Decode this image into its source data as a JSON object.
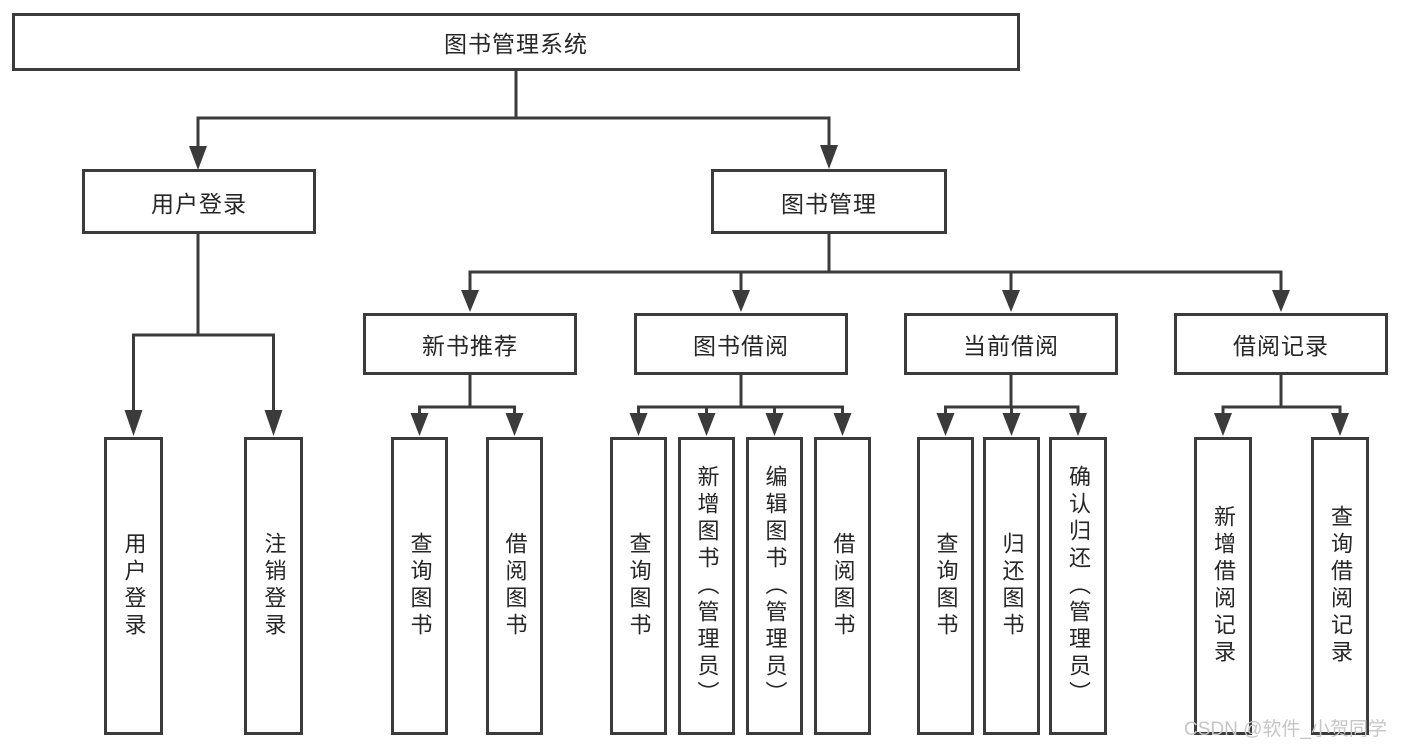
{
  "tree": {
    "label": "图书管理系统",
    "children": [
      {
        "label": "用户登录",
        "children": [
          {
            "label": "用户登录"
          },
          {
            "label": "注销登录"
          }
        ]
      },
      {
        "label": "图书管理",
        "children": [
          {
            "label": "新书推荐",
            "children": [
              {
                "label": "查询图书"
              },
              {
                "label": "借阅图书"
              }
            ]
          },
          {
            "label": "图书借阅",
            "children": [
              {
                "label": "查询图书"
              },
              {
                "label": "新增图书（管理员）"
              },
              {
                "label": "编辑图书（管理员）"
              },
              {
                "label": "借阅图书"
              }
            ]
          },
          {
            "label": "当前借阅",
            "children": [
              {
                "label": "查询图书"
              },
              {
                "label": "归还图书"
              },
              {
                "label": "确认归还（管理员）"
              }
            ]
          },
          {
            "label": "借阅记录",
            "children": [
              {
                "label": "新增借阅记录"
              },
              {
                "label": "查询借阅记录"
              }
            ]
          }
        ]
      }
    ]
  },
  "watermark": "CSDN @软件_小贺同学",
  "colors": {
    "line": "#3b3b3b",
    "text": "#262626",
    "background": "#ffffff",
    "watermark": "#c6c6c6"
  }
}
